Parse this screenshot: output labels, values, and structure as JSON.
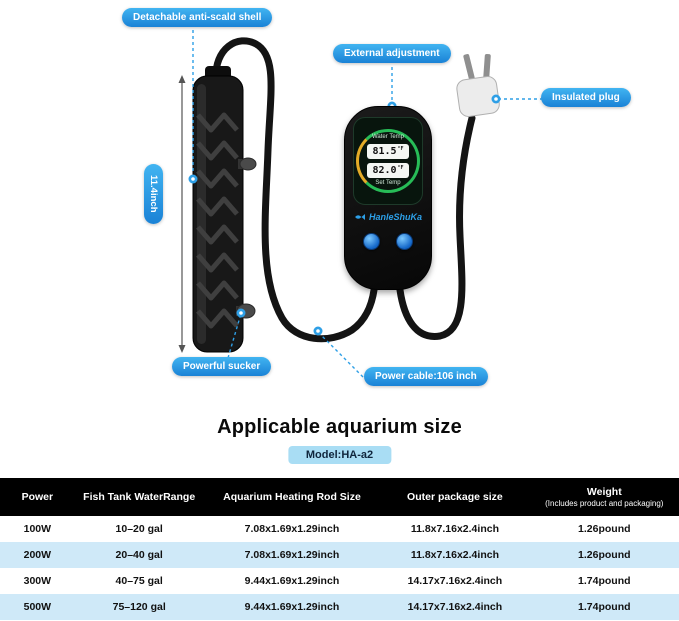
{
  "illustration": {
    "callouts": {
      "anti_scald_shell": "Detachable anti-scald shell",
      "external_adjustment": "External adjustment",
      "insulated_plug": "Insulated plug",
      "rod_length": "11.4inch",
      "powerful_sucker": "Powerful sucker",
      "power_cable": "Power cable:106 inch"
    },
    "controller": {
      "brand": "HanleShuKa",
      "water_temp_label": "Water Temp",
      "water_temp_value": "81.5",
      "set_temp_label": "Set Temp",
      "set_temp_value": "82.0",
      "temp_unit": "°F"
    }
  },
  "section": {
    "title": "Applicable aquarium size",
    "model": "Model:HA-a2"
  },
  "table": {
    "headers": [
      "Power",
      "Fish Tank WaterRange",
      "Aquarium Heating Rod Size",
      "Outer package size",
      "Weight"
    ],
    "weight_note": "(Includes product and packaging)",
    "rows": [
      [
        "100W",
        "10–20 gal",
        "7.08x1.69x1.29inch",
        "11.8x7.16x2.4inch",
        "1.26pound"
      ],
      [
        "200W",
        "20–40 gal",
        "7.08x1.69x1.29inch",
        "11.8x7.16x2.4inch",
        "1.26pound"
      ],
      [
        "300W",
        "40–75 gal",
        "9.44x1.69x1.29inch",
        "14.17x7.16x2.4inch",
        "1.74pound"
      ],
      [
        "500W",
        "75–120 gal",
        "9.44x1.69x1.29inch",
        "14.17x7.16x2.4inch",
        "1.74pound"
      ]
    ]
  },
  "colors": {
    "accent_blue": "#2e9fe6",
    "table_header_bg": "#000000",
    "table_stripe": "#cfe9f8",
    "model_badge_bg": "#a9ddf4",
    "button_blue": "#1366c8",
    "lcd_ring_green": "#29c55b"
  }
}
